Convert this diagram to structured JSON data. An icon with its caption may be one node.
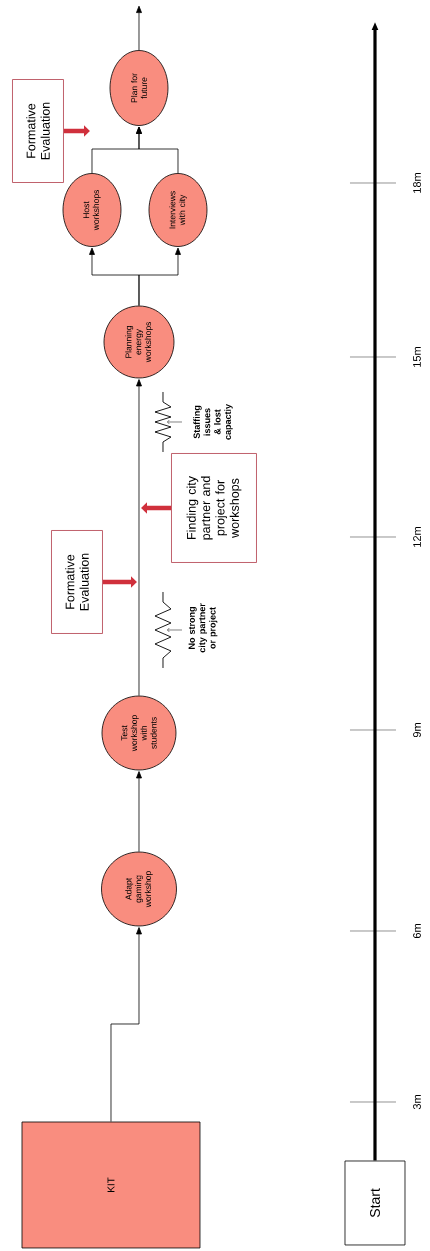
{
  "diagram": {
    "nodes": [
      {
        "text": [
          "KIT"
        ]
      },
      {
        "text": [
          "Adapt gaming workshop"
        ]
      },
      {
        "text": [
          "Test workshop with students"
        ]
      },
      {
        "text": [
          "Planning energy workshops"
        ]
      },
      {
        "text": [
          "Host workshops"
        ]
      },
      {
        "text": [
          "Interviews with city"
        ]
      },
      {
        "text": [
          "Plan for future"
        ]
      },
      {
        "text": [
          "Formative Evaluation"
        ]
      },
      {
        "text": [
          "Formative Evaluation"
        ]
      },
      {
        "text": [
          "Finding city partner and project for workshops"
        ]
      },
      {
        "text": [
          "Start"
        ]
      }
    ],
    "edges": [
      {
        "from": 0,
        "to": 1,
        "arrow": "to"
      },
      {
        "from": 1,
        "to": 2,
        "arrow": "to"
      },
      {
        "from": 2,
        "to": 3,
        "arrow": "to"
      },
      {
        "from": 3,
        "to": 4,
        "arrow": "to"
      },
      {
        "from": 3,
        "to": 5,
        "arrow": "to"
      },
      {
        "from": 4,
        "to": 6,
        "arrow": "to"
      },
      {
        "from": 5,
        "to": 6,
        "arrow": "to"
      },
      {
        "from": 6,
        "to": null,
        "arrow": "to"
      },
      {
        "from": 7,
        "to": null,
        "arrow": "to",
        "style": "thick",
        "color": "#d0303c"
      },
      {
        "from": 8,
        "to": null,
        "arrow": "to",
        "style": "thick",
        "color": "#d0303c"
      },
      {
        "from": 9,
        "to": null,
        "arrow": "to",
        "style": "thick",
        "color": "#d0303c"
      },
      {
        "from": 10,
        "to": null,
        "arrow": "to",
        "style": "thick"
      }
    ],
    "labels": [
      "No strong city partner or project",
      "Staffing issues & lost capactiy",
      "3m",
      "6m",
      "9m",
      "12m",
      "15m",
      "18m"
    ]
  }
}
